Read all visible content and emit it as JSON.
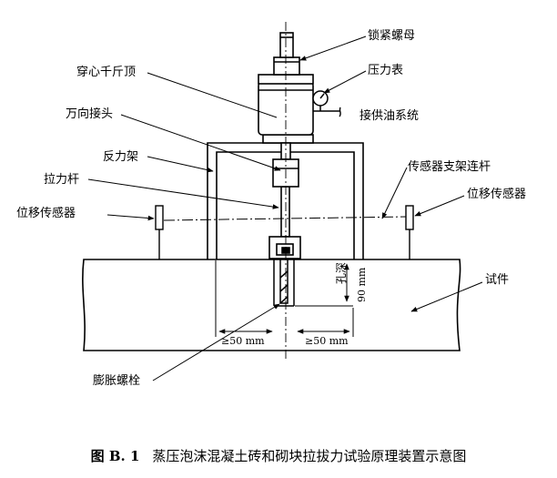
{
  "labels": {
    "lock_nut": "锁紧螺母",
    "pressure_gauge": "压力表",
    "hollow_jack": "穿心千斤顶",
    "oil_supply": "接供油系统",
    "universal_joint": "万向接头",
    "reaction_frame": "反力架",
    "pull_rod": "拉力杆",
    "sensor_bracket_rod": "传感器支架连杆",
    "displacement_sensor_left": "位移传感器",
    "displacement_sensor_right": "位移传感器",
    "specimen": "试件",
    "expansion_bolt": "膨胀螺栓"
  },
  "dimensions": {
    "hole_depth_label": "孔深",
    "hole_depth_value": "90 mm",
    "left_distance": "≥50 mm",
    "right_distance": "≥50 mm"
  },
  "caption": {
    "figure_number": "图 B. 1",
    "title": "蒸压泡沫混凝土砖和砌块拉拔力试验原理装置示意图"
  }
}
